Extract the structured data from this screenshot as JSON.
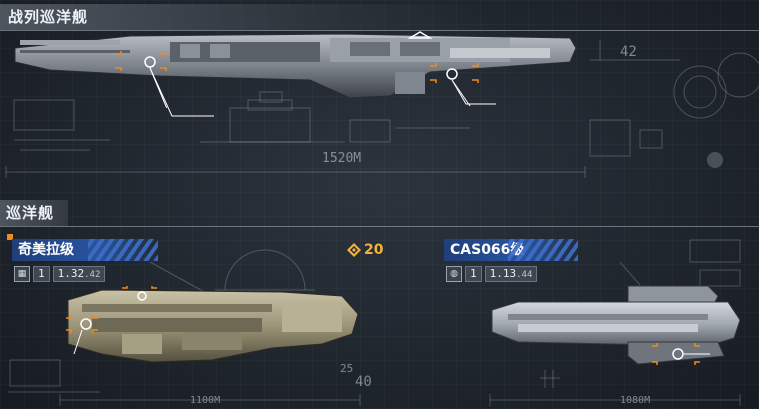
{
  "sections": {
    "battlecruiser": {
      "title": "战列巡洋舰"
    },
    "cruiser": {
      "title": "巡洋舰"
    }
  },
  "ships": [
    {
      "name": "奇美拉级",
      "stat_icon": "blueprint-icon",
      "stat_level": "1",
      "stat_value": "1.32",
      "stat_sub": ".42"
    },
    {
      "name": "CAS066级",
      "stat_icon": "globe-icon",
      "stat_level": "1",
      "stat_value": "1.13",
      "stat_sub": ".44"
    }
  ],
  "cost": {
    "value": "20",
    "icon": "coin-icon"
  },
  "blueprint_labels": {
    "length_top": "1520M",
    "length_left": "1100M",
    "length_right": "1080M",
    "dim_right": "42",
    "dim_bottom": "40",
    "dim_bottom_small": "25"
  },
  "colors": {
    "background": "#232a33",
    "accent_orange": "#f08a24",
    "card_blue": "#2a54a0",
    "cost_gold": "#f4b23a"
  }
}
